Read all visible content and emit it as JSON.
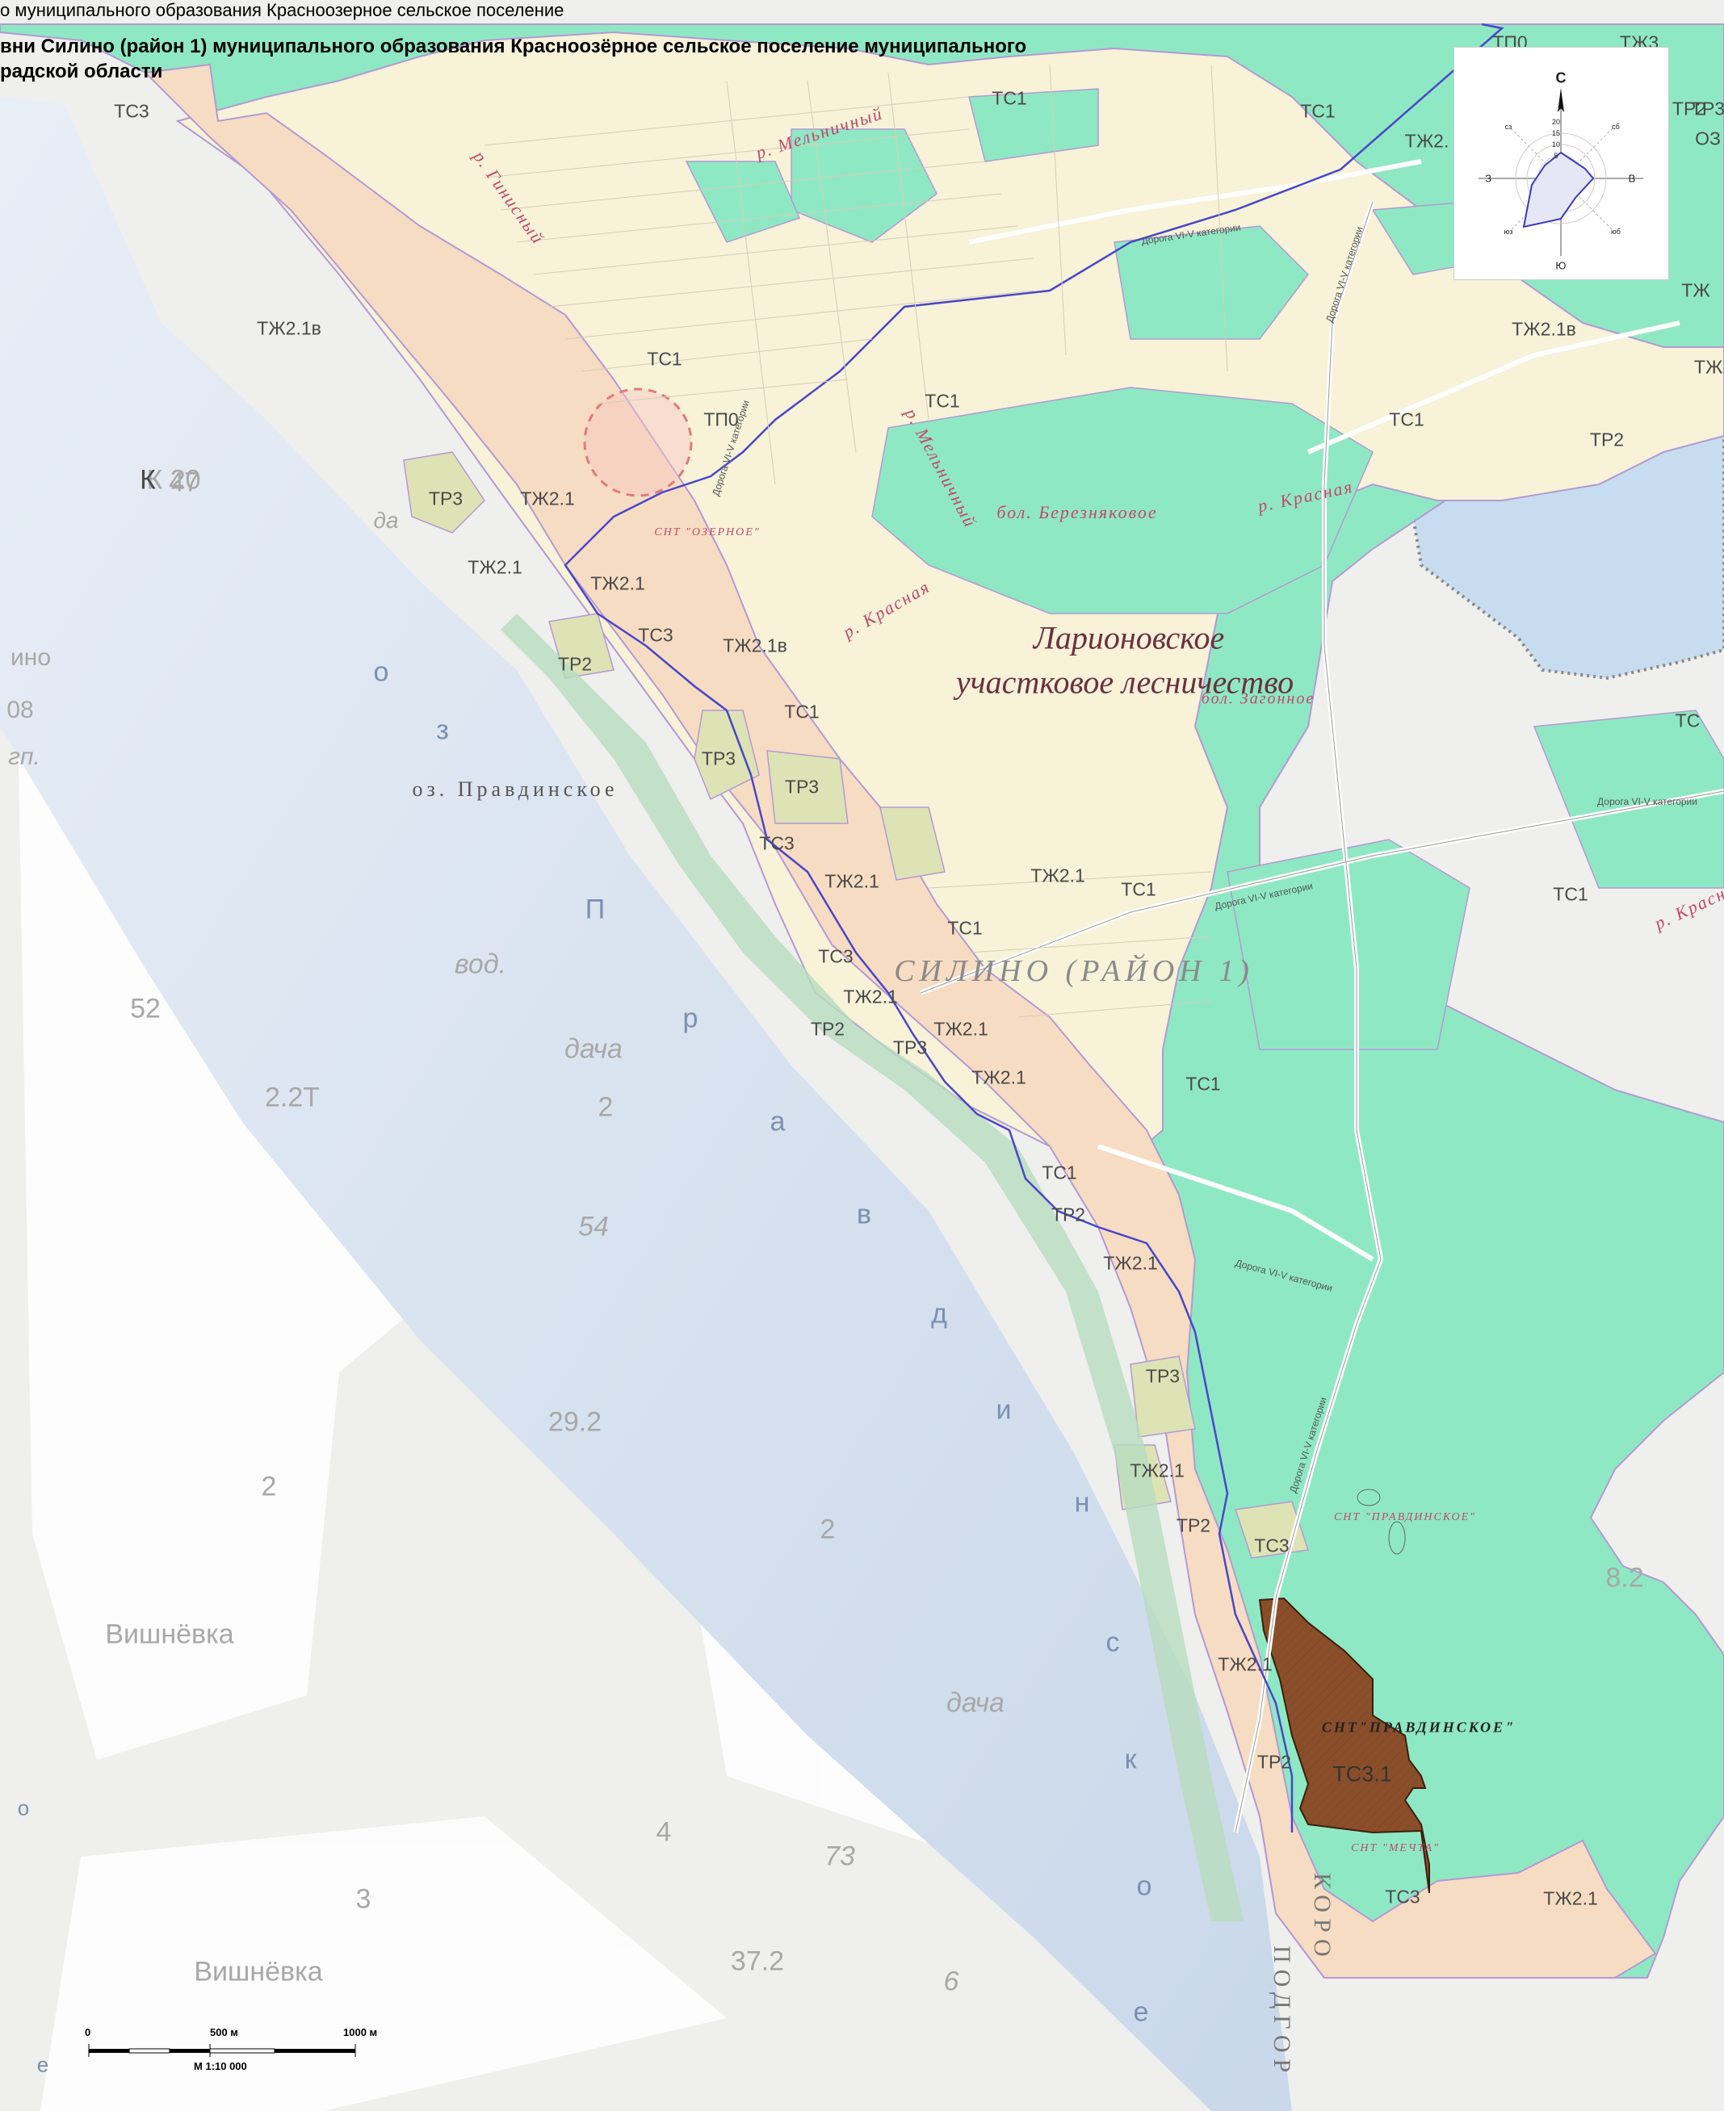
{
  "header": {
    "line1": "о муниципального образования Красноозерное сельское поселение",
    "line2": "вни Силино (район 1) муниципального образования Красноозёрное сельское поселение муниципального",
    "line3": "радской области"
  },
  "zones": [
    "ТС3",
    "ТС1",
    "ТС1",
    "ТП0",
    "ТЖ3",
    "ТЖ2.",
    "ТЖ2.1в",
    "ТС1",
    "ТП0",
    "ТС1",
    "ТС1",
    "ТР2",
    "ТР3",
    "ТЖ2.1",
    "ТЖ2.1",
    "ТЖ2.1",
    "ТС3",
    "ТЖ2.1в",
    "ТР2",
    "ТС1",
    "ТР3",
    "ТР3",
    "ТС3",
    "ТЖ2.1",
    "ТЖ2.1",
    "ТС1",
    "ТС1",
    "ТС1",
    "ТС3",
    "ТЖ2.1",
    "ТР2",
    "ТР3",
    "ТЖ2.1",
    "ТЖ2.1",
    "ТС1",
    "ТС1",
    "ТР2",
    "ТЖ2.1",
    "ТР3",
    "ТЖ2.1",
    "ТР2",
    "ТС3",
    "ТЖ2.1",
    "ТР2",
    "ТС3.1",
    "ТС3",
    "ТЖ2.1",
    "ТС",
    "ТЖ",
    "ТР2",
    "ТЖ2",
    "ТР3",
    "ОЗ",
    "К",
    "ТЖ2.1в"
  ],
  "rivers": [
    "р. Мельничный",
    "р. Гинисный",
    "р. Мельничный",
    "р. Красная",
    "р. Красная",
    "р. Красная"
  ],
  "bogs": [
    "бол. Березняковое",
    "бол. Загонное"
  ],
  "roads": [
    "Дорога VI-V категории",
    "Дорога VI-V категории",
    "Дорога VI-V категории",
    "Дорога VI-V категории",
    "Дорога VI-V категории",
    "Дорога VI-V категории",
    "Дорога VI-V категории"
  ],
  "snt": [
    "СНТ \"ОЗЕРНОЕ\"",
    "СНТ \"ПРАВДИНСКОЕ\"",
    "СНТ\"ПРАВДИНСКОЕ\"",
    "СНТ \"МЕЧТА\""
  ],
  "forestry": [
    "Ларионовское",
    "участковое лесничество"
  ],
  "lake_name": "оз. Правдинское",
  "lake_letters": [
    "о",
    "з",
    "П",
    "р",
    "а",
    "в",
    "д",
    "и",
    "н",
    "с",
    "к",
    "о",
    "е"
  ],
  "village": "СИЛИНО (РАЙОН 1)",
  "background_labels": [
    "вод.",
    "дача",
    "дача",
    "Вишнёвка",
    "Вишнёвка",
    "52",
    "54",
    "73",
    "29.2",
    "37.2",
    "2",
    "2",
    "2",
    "3",
    "4",
    "6",
    "8.2",
    "2.2Т",
    "К 20",
    "47",
    "да",
    "ино",
    "08",
    "гп.",
    "о",
    "е"
  ],
  "road_vertical": [
    "КОРО",
    "ПОДГОР"
  ],
  "compass": {
    "north": "С",
    "east": "В",
    "south": "Ю",
    "west": "З",
    "ne": "сб",
    "nw": "сз",
    "se": "юб",
    "sw": "юз",
    "ring_labels": [
      "20",
      "15",
      "10",
      "5"
    ]
  },
  "scale": {
    "zero": "0",
    "mid": "500 м",
    "end": "1000 м",
    "ratio": "М 1:10 000"
  },
  "colors": {
    "forest": "#8fe8c4",
    "settlement": "#f7f2d8",
    "residential": "#f6dcc2",
    "recreation": "#dde3b4",
    "water": "#d4e1ef",
    "boundary": "#4a47c8",
    "highlight": "#8a4f2a",
    "zone_border": "#b49ad4"
  }
}
